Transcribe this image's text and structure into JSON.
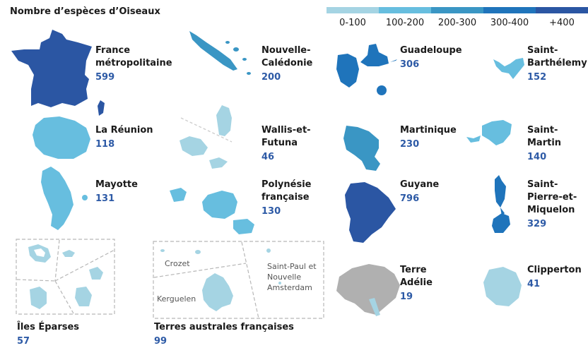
{
  "title": "Nombre d’espèces d’Oiseaux",
  "legend": [
    {
      "label": "0-100",
      "color": "#a5d4e3"
    },
    {
      "label": "100-200",
      "color": "#67bedf"
    },
    {
      "label": "200-300",
      "color": "#3a96c4"
    },
    {
      "label": "300-400",
      "color": "#1f74bb"
    },
    {
      "label": "+400",
      "color": "#2b56a3"
    }
  ],
  "territories": [
    {
      "id": "france",
      "name": "France métropolitaine",
      "value": "599"
    },
    {
      "id": "nc",
      "name": "Nouvelle-Calédonie",
      "value": "200"
    },
    {
      "id": "guadeloupe",
      "name": "Guadeloupe",
      "value": "306"
    },
    {
      "id": "stbarth",
      "name": "Saint-Barthélemy",
      "value": "152"
    },
    {
      "id": "reunion",
      "name": "La Réunion",
      "value": "118"
    },
    {
      "id": "wallis",
      "name": "Wallis-et-Futuna",
      "value": "46"
    },
    {
      "id": "martinique",
      "name": "Martinique",
      "value": "230"
    },
    {
      "id": "stmartin",
      "name": "Saint-Martin",
      "value": "140"
    },
    {
      "id": "mayotte",
      "name": "Mayotte",
      "value": "131"
    },
    {
      "id": "polynesie",
      "name": "Polynésie française",
      "value": "130"
    },
    {
      "id": "guyane",
      "name": "Guyane",
      "value": "796"
    },
    {
      "id": "spm",
      "name": "Saint-Pierre-et-Miquelon",
      "value": "329"
    },
    {
      "id": "eparses",
      "name": "Îles Éparses",
      "value": "57"
    },
    {
      "id": "taaf",
      "name": "Terres australes françaises",
      "value": "99"
    },
    {
      "id": "adelie",
      "name": "Terre Adélie",
      "value": "19"
    },
    {
      "id": "clipperton",
      "name": "Clipperton",
      "value": "41"
    }
  ],
  "taaf_sublabels": {
    "crozet": "Crozet",
    "kerguelen": "Kerguelen",
    "stpaul": "Saint-Paul et Nouvelle Amsterdam"
  }
}
